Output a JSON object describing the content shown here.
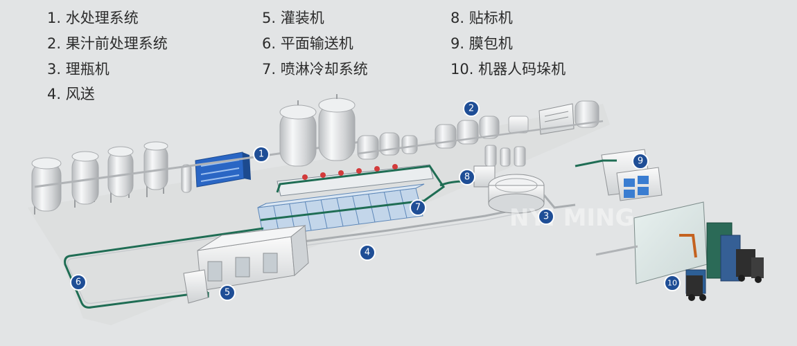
{
  "legend": {
    "items": [
      "1. 水处理系统",
      "2. 果汁前处理系统",
      "3. 理瓶机",
      "4. 风送",
      "5. 灌装机",
      "6. 平面输送机",
      "7. 喷淋冷却系统",
      "8. 贴标机",
      "9. 膜包机",
      "10. 机器人码垛机"
    ]
  },
  "markers": {
    "m1": "1",
    "m2": "2",
    "m3": "3",
    "m4": "4",
    "m5": "5",
    "m6": "6",
    "m7": "7",
    "m8": "8",
    "m9": "9",
    "m10": "10"
  },
  "watermark": {
    "text": "NYI MING"
  },
  "colors": {
    "background": "#e2e4e5",
    "marker": "#1f4e96",
    "control_panel": "#2a66c4",
    "spray_tunnel": "#b9cfe6",
    "conveyor_green": "#1f6d54",
    "tank": "#d6d8da"
  }
}
